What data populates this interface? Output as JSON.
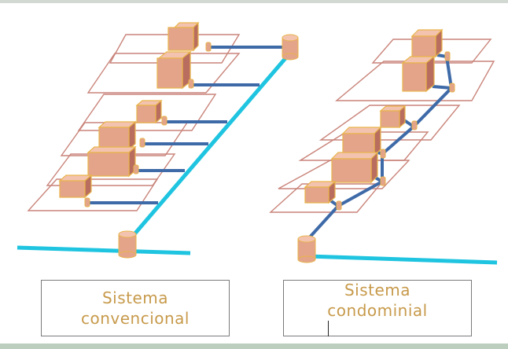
{
  "captions": {
    "left": {
      "line1": "Sistema",
      "line2": "convencional"
    },
    "right": {
      "line1": "Sistema",
      "line2": "condominial"
    }
  },
  "colors": {
    "main_sewer": "#1ec4e0",
    "branch_pipe": "#3e6aa8",
    "lot_outline": "#c9847a",
    "house_front": "#e3a48a",
    "house_side": "#b86d5e",
    "house_top": "#f3c3b0",
    "house_edge": "#e9b44a",
    "caption_text": "#c79a4b"
  }
}
